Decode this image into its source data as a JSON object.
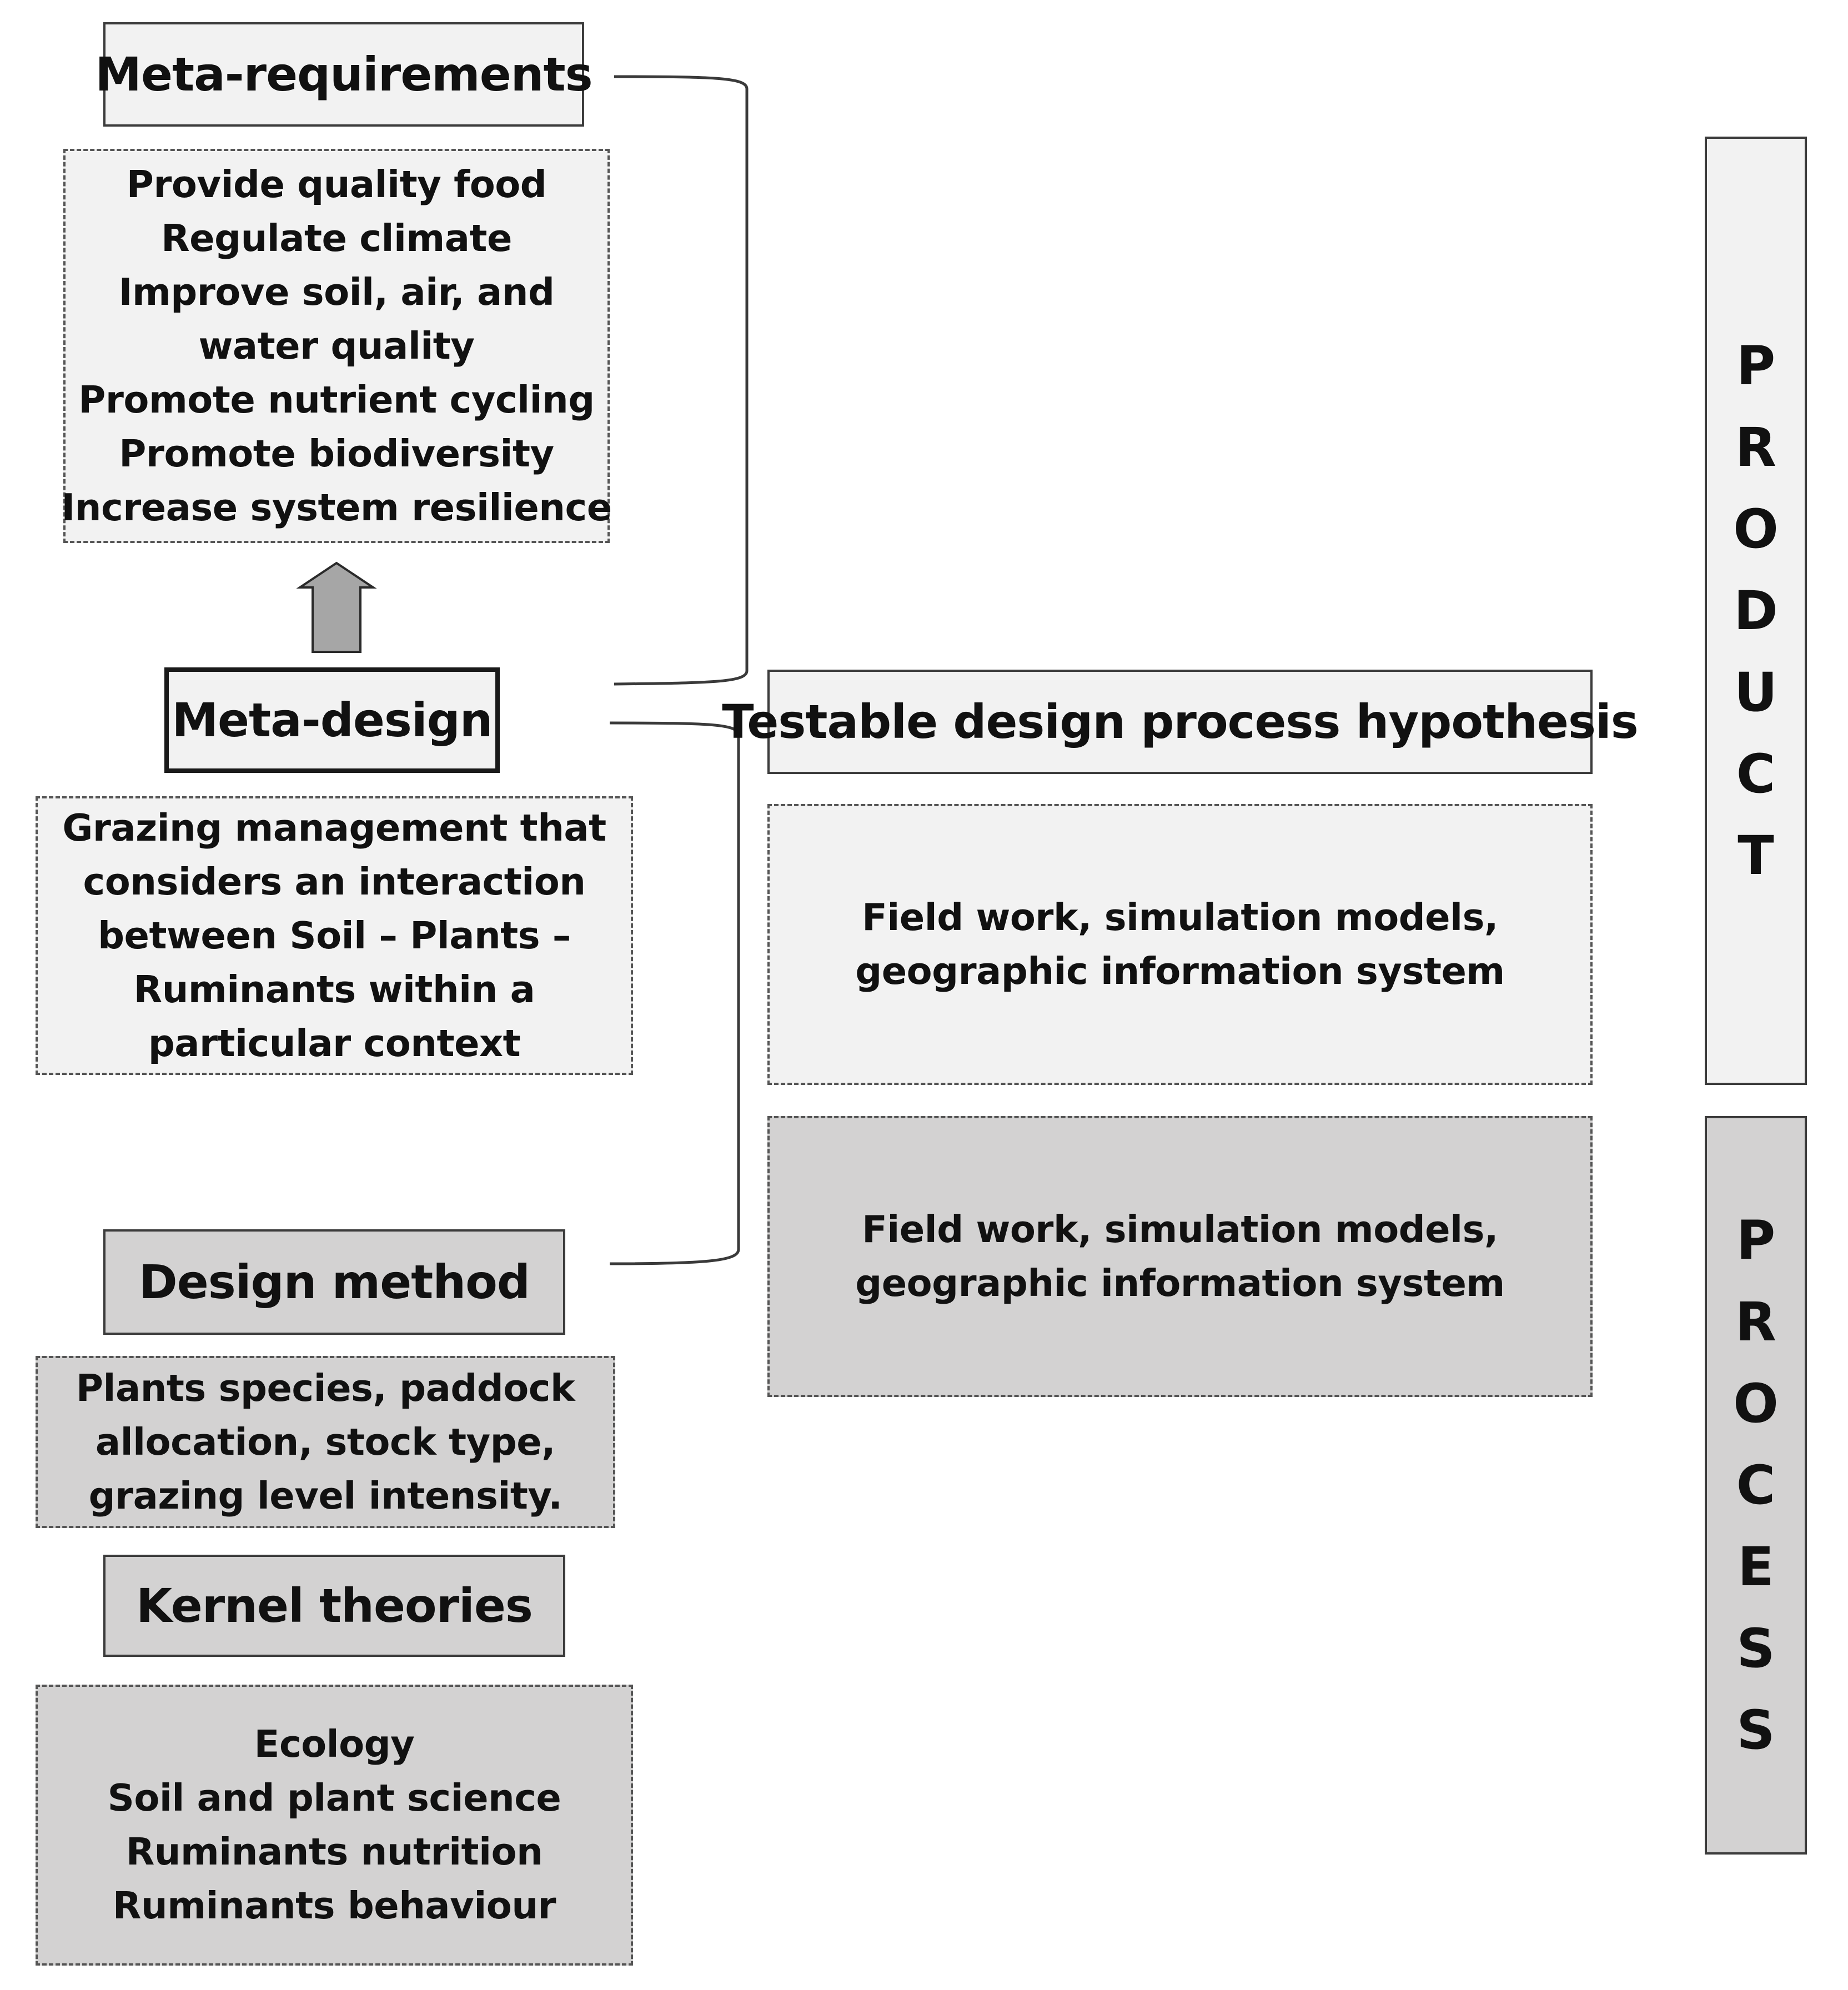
{
  "meta_requirements": {
    "title": "Meta-requirements",
    "items": [
      "Provide quality food",
      "Regulate climate",
      "Improve soil, air, and",
      "water quality",
      "Promote nutrient cycling",
      "Promote biodiversity",
      "Increase system resilience"
    ]
  },
  "meta_design": {
    "title": "Meta-design",
    "description_lines": [
      "Grazing management that",
      "considers an interaction",
      "between Soil – Plants –",
      "Ruminants within a",
      "particular context"
    ]
  },
  "design_method": {
    "title": "Design method",
    "description_lines": [
      "Plants species, paddock",
      "allocation, stock type,",
      "grazing level intensity."
    ]
  },
  "kernel_theories": {
    "title": "Kernel theories",
    "items": [
      "Ecology",
      "Soil and plant science",
      "Ruminants nutrition",
      "Ruminants behaviour"
    ]
  },
  "testable_hypothesis": {
    "title": "Testable design process hypothesis",
    "product_box_lines": [
      "Field work, simulation models,",
      "geographic information system"
    ],
    "process_box_lines": [
      "Field work, simulation models,",
      "geographic information system"
    ]
  },
  "side_labels": {
    "product": "PRODUCT",
    "process": "PROCESS"
  },
  "colors": {
    "product_fill": "#f2f2f2",
    "process_fill": "#d3d2d2",
    "arrow_fill": "#a6a6a6",
    "outline": "#3c3c3c"
  }
}
